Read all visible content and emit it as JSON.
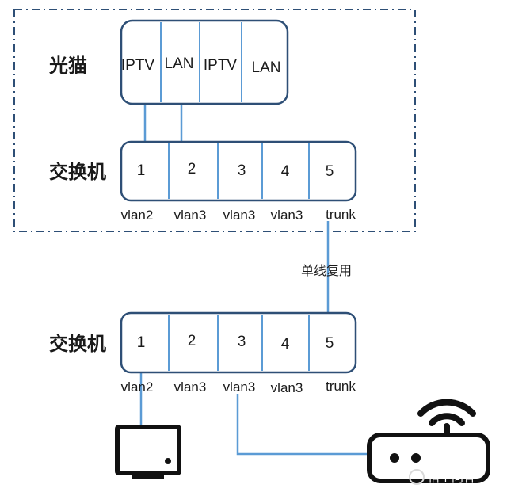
{
  "modem": {
    "label": "光猫",
    "ports": [
      "IPTV",
      "LAN",
      "IPTV",
      "LAN"
    ]
  },
  "switch_top": {
    "label": "交换机",
    "ports": [
      "1",
      "2",
      "3",
      "4",
      "5"
    ],
    "vlans": [
      "vlan2",
      "vlan3",
      "vlan3",
      "vlan3",
      "trunk"
    ]
  },
  "link_note": "单线复用",
  "switch_bottom": {
    "label": "交换机",
    "ports": [
      "1",
      "2",
      "3",
      "4",
      "5"
    ],
    "vlans": [
      "vlan2",
      "vlan3",
      "vlan3",
      "vlan3",
      "trunk"
    ]
  },
  "icons": {
    "tv": "tv-icon",
    "router": "wifi-router-icon"
  },
  "watermark": "悟空问答",
  "colors": {
    "box_border": "#2e4f76",
    "wire": "#5b9bd5",
    "dashed_frame": "#2e4f76"
  }
}
